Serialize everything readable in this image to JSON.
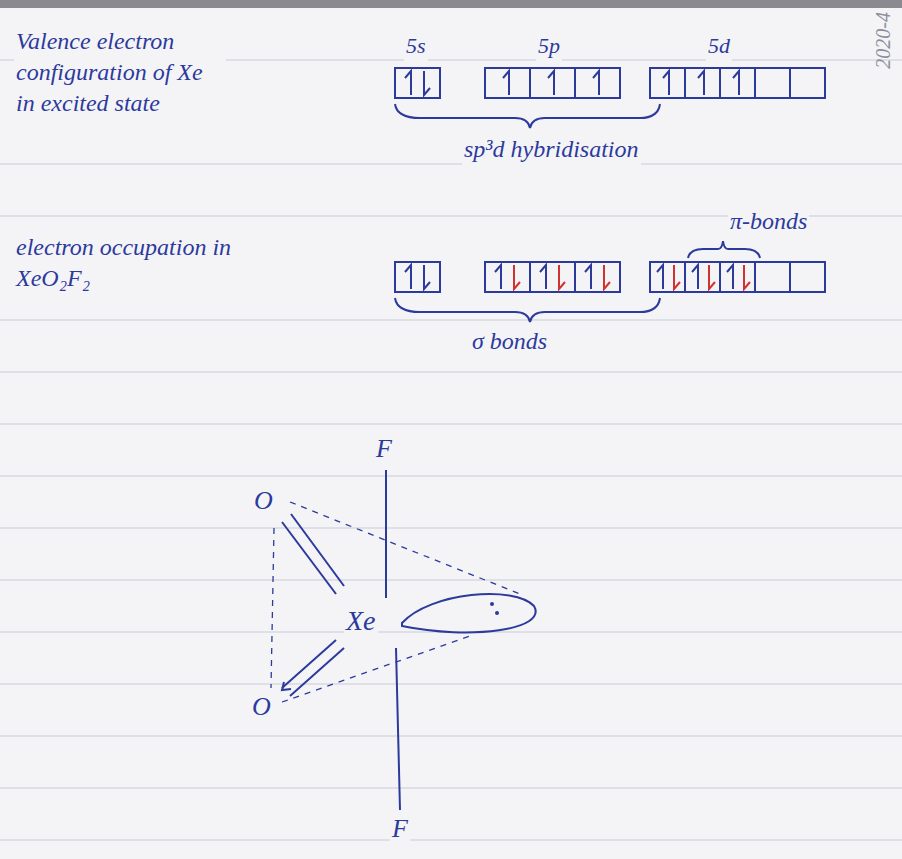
{
  "diagram": {
    "labels": [
      "2020-4",
      "Valence electron configuration of Xe in excited state",
      "5s",
      "5p",
      "5d",
      "sp³d hybridisation",
      "π-bonds",
      "electron occupation in XeO₂F₂",
      "σ bonds",
      "F",
      "O",
      "Xe",
      "O",
      "F"
    ]
  }
}
